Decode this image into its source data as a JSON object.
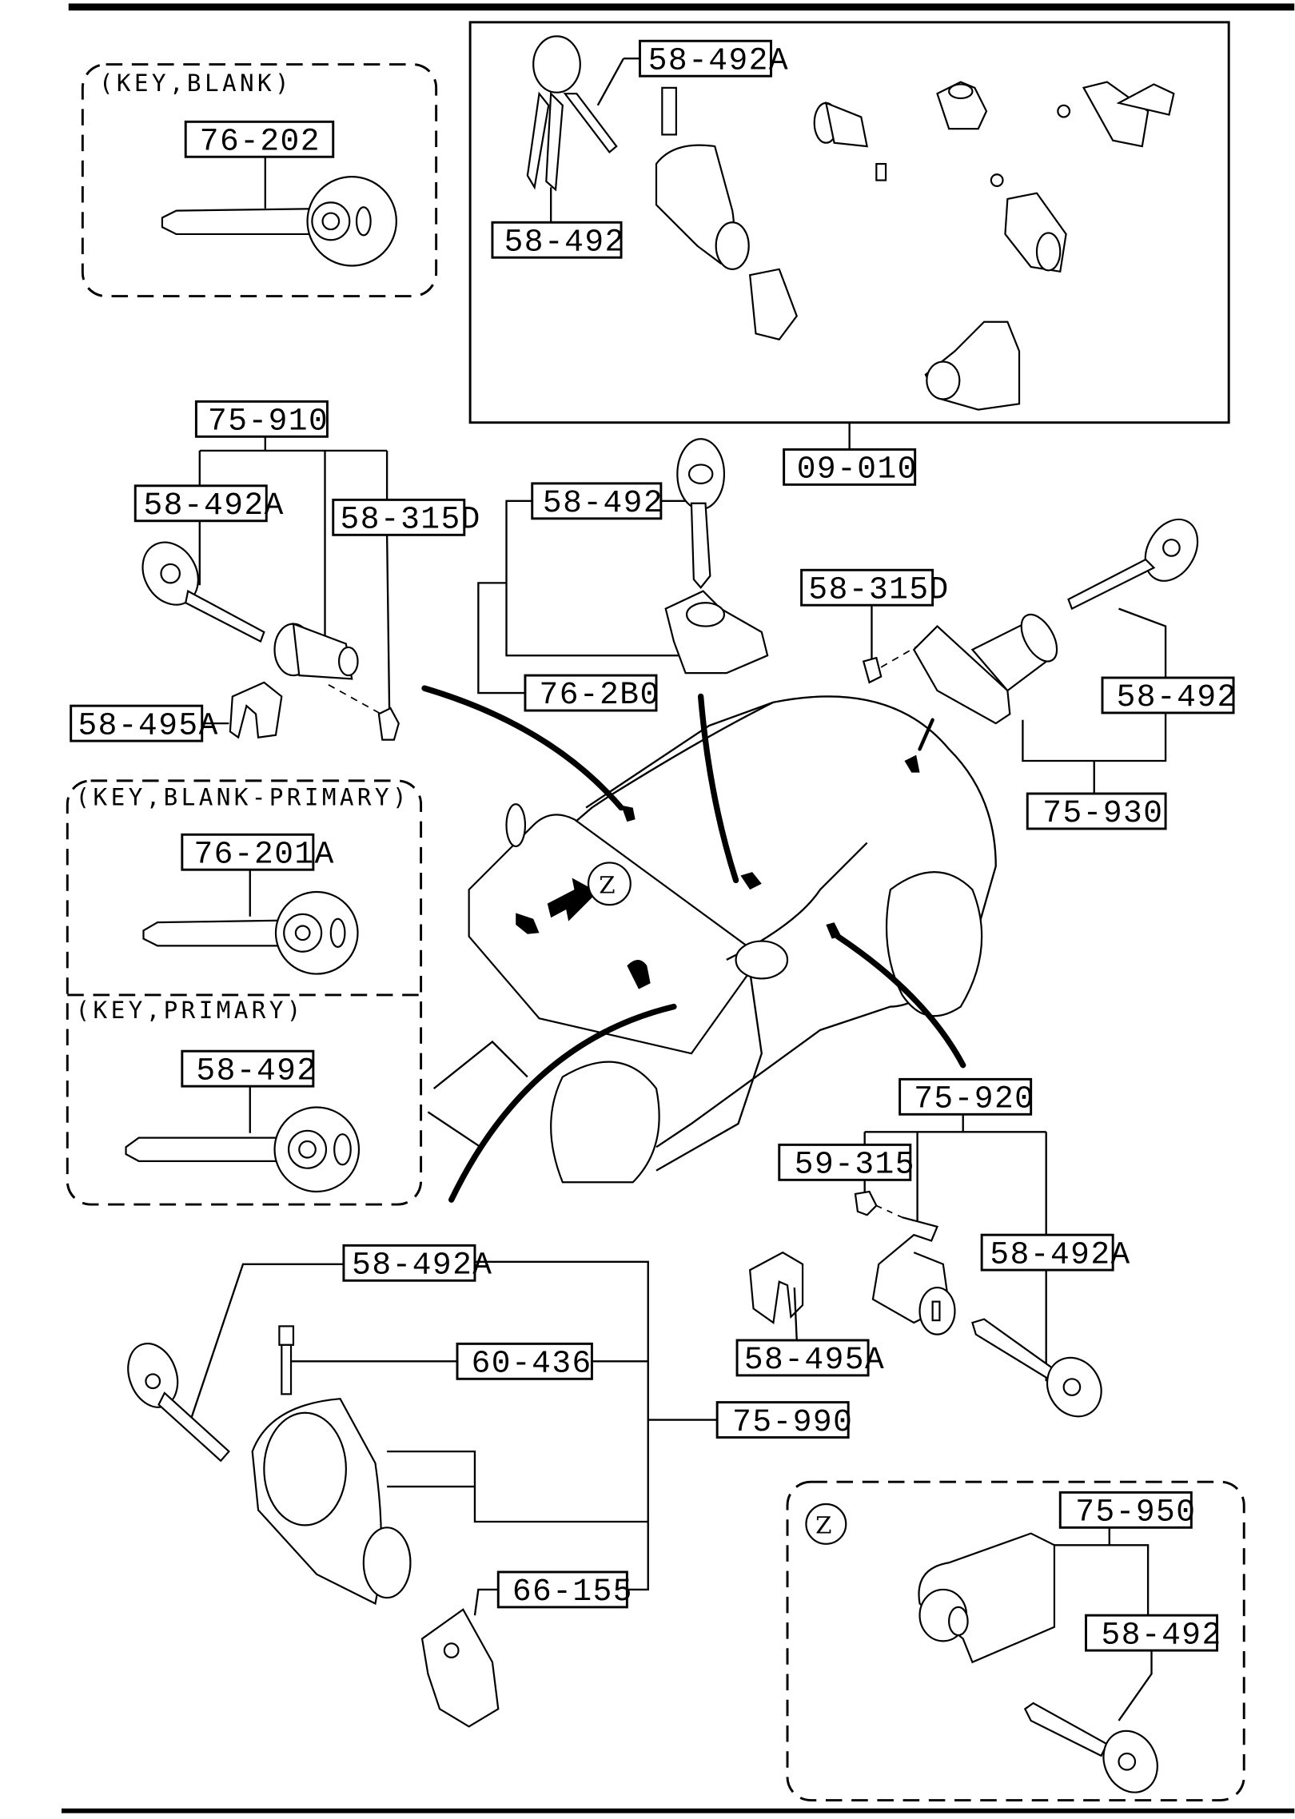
{
  "diagram": {
    "title": "Key and lock cylinder parts diagram",
    "captions": {
      "key_blank": "(KEY,BLANK)",
      "key_blank_primary": "(KEY,BLANK-PRIMARY)",
      "key_primary": "(KEY,PRIMARY)",
      "detail_z": "Z"
    },
    "labels": {
      "set_09_010": "09-010",
      "set_key_a": "58-492A",
      "set_key": "58-492",
      "blank_76_202": "76-202",
      "trunk_assy": "75-910",
      "trunk_key": "58-492A",
      "trunk_clip": "58-315D",
      "trunk_cover": "58-495A",
      "glove_key": "58-492",
      "glove_assy": "76-2B0",
      "door_r_clip": "58-315D",
      "door_r_key": "58-492",
      "door_r_assy": "75-930",
      "blank_primary": "76-201A",
      "primary_key": "58-492",
      "door_l_assy": "75-920",
      "door_l_clip": "59-315",
      "door_l_key": "58-492A",
      "door_l_cover": "58-495A",
      "ign_key": "58-492A",
      "ign_bolt": "60-436",
      "ign_assy": "75-990",
      "ign_switch": "66-155",
      "z_assy": "75-950",
      "z_key": "58-492"
    }
  }
}
